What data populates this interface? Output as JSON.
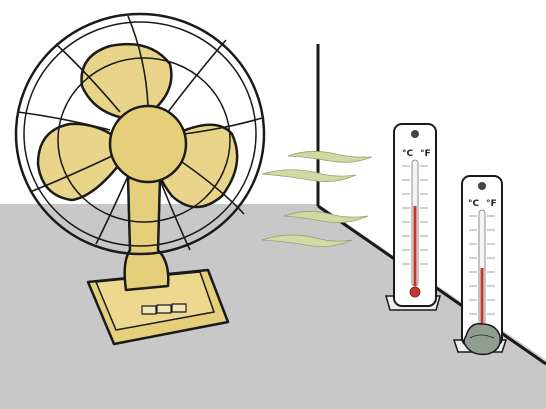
{
  "scene": {
    "colors": {
      "background": "#ffffff",
      "floor": "#c8c8c8",
      "fan_body": "#e6cf7a",
      "fan_blade": "#e9d58a",
      "fan_shadow": "#d5bb63",
      "outline": "#1a1a1a",
      "airflow": "#d3d9a4",
      "thermometer_case": "#ffffff",
      "thermometer_column": "#c0392b",
      "wet_cloth": "#8f9e8f"
    },
    "thermometer_dry": {
      "celsius_label": "°C",
      "fahrenheit_label": "°F"
    },
    "thermometer_wet": {
      "celsius_label": "°C",
      "fahrenheit_label": "°F"
    }
  }
}
